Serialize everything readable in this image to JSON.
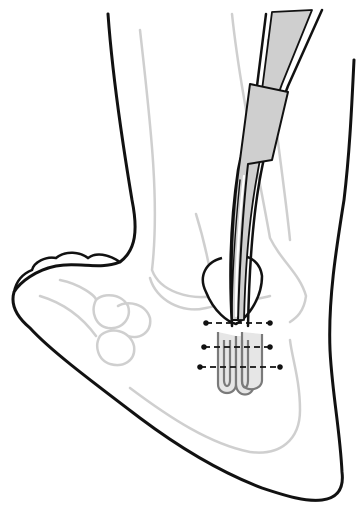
{
  "figure": {
    "subject": "posterior-ankle-tendon-graft-illustration",
    "background": "#ffffff",
    "colors": {
      "outline": "#111111",
      "bone": "#cfcfcf",
      "tendon_fill": "#cfcfcf",
      "graft_stroke": "#7a7a7a",
      "graft_fill": "#e6e6e6",
      "skin": "#ffffff"
    },
    "labels": [],
    "suture_lines": 3,
    "suture_style": "dashed"
  }
}
